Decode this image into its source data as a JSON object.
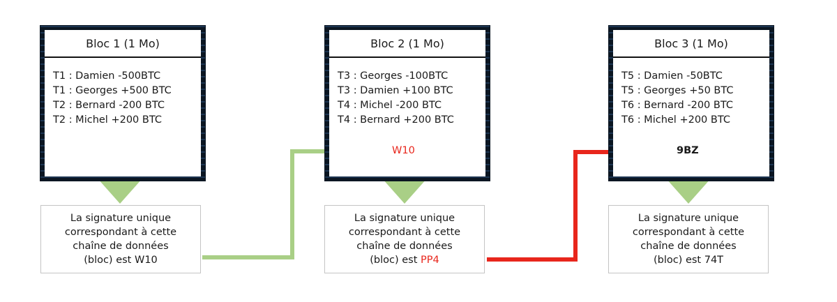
{
  "blocks": [
    {
      "title": "Bloc 1 (1 Mo)",
      "transactions": [
        "T1 : Damien -500BTC",
        "T1 : Georges +500 BTC",
        "T2 : Bernard -200 BTC",
        "T2 : Michel +200 BTC"
      ],
      "prev_hash": "",
      "signature": {
        "lines": [
          "La signature unique",
          "correspondant à cette",
          "chaîne de données"
        ],
        "prefix": "(bloc) est ",
        "hash": "W10"
      }
    },
    {
      "title": "Bloc 2 (1 Mo)",
      "transactions": [
        "T3 : Georges -100BTC",
        "T3 : Damien +100 BTC",
        "T4 : Michel -200 BTC",
        "T4 : Bernard +200 BTC"
      ],
      "prev_hash": "W10",
      "signature": {
        "lines": [
          "La signature unique",
          "correspondant à cette",
          "chaîne de données"
        ],
        "prefix": "(bloc) est ",
        "hash": "PP4"
      }
    },
    {
      "title": "Bloc 3 (1 Mo)",
      "transactions": [
        "T5 : Damien -50BTC",
        "T5 : Georges +50 BTC",
        "T6 : Bernard -200 BTC",
        "T6 : Michel +200 BTC"
      ],
      "prev_hash": "9BZ",
      "signature": {
        "lines": [
          "La signature unique",
          "correspondant à cette",
          "chaîne de données"
        ],
        "prefix": "(bloc) est ",
        "hash": "74T"
      }
    }
  ],
  "colors": {
    "green": "#a9cf86",
    "red": "#e8261c",
    "block_frame": "#0b1622",
    "box_border": "#c4c4c4"
  }
}
